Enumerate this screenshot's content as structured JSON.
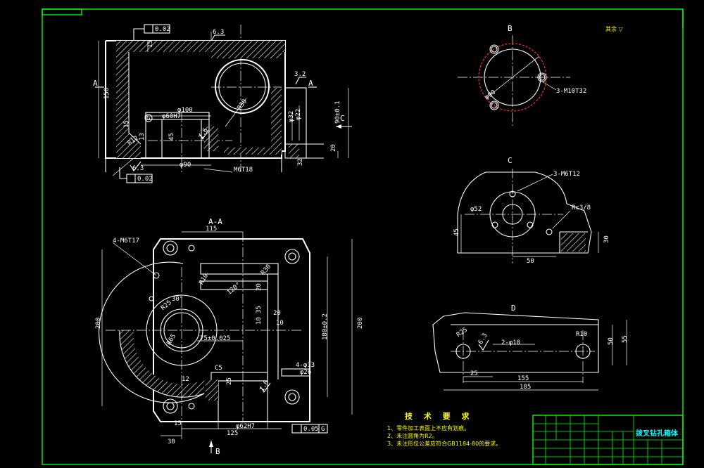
{
  "views": {
    "section_aa": "A-A",
    "view_b": "B",
    "view_c": "C",
    "view_d": "D",
    "arrow_a": "A",
    "arrow_c": "C",
    "arrow_b": "B"
  },
  "roughness_note": "其余 ▽",
  "top_view": {
    "tol_top": "0.02",
    "tol_bottom": "0.02",
    "rough_1": "6.3",
    "rough_2": "3.2",
    "rough_3": "6.3",
    "rough_4": "1.6",
    "d15": "15",
    "d150": "150",
    "d100": "φ100",
    "d60h7": "φ60H7",
    "d45": "45",
    "d13": "13",
    "d15b": "15",
    "d90": "φ90",
    "m6t18": "M6T18",
    "d32": "φ32",
    "d22": "φ22",
    "d90b": "90±0.1",
    "d20": "20",
    "d32b": "32",
    "r30": "R30",
    "r12": "R12",
    "label_g": "G"
  },
  "view_b_dims": {
    "phi90": "φ90",
    "holes": "3-M10T32"
  },
  "view_c_dims": {
    "holes": "3-M6T12",
    "rc": "Rc3/8",
    "phi52": "φ52",
    "d45": "45",
    "d50": "50",
    "d30": "30"
  },
  "view_d_dims": {
    "r25": "R25",
    "rough": "6.3",
    "holes": "2-φ10",
    "r10": "R10",
    "d50": "50",
    "d55": "55",
    "d25": "25",
    "d155": "155",
    "d185": "185"
  },
  "section_dims": {
    "holes": "4-M6T17",
    "d115": "115",
    "d200l": "200",
    "d200r": "200",
    "d180": "180±0.2",
    "r30": "R30",
    "r25": "R25",
    "r10": "R10",
    "a30": "30°",
    "a120": "120°",
    "d20a": "20",
    "d20b": "20",
    "d35": "35",
    "d10a": "10",
    "d10b": "10",
    "d75": "75±0.025",
    "r65": "R65",
    "c5": "C5",
    "holes4": "4-φ13",
    "phi26": "φ26",
    "d25": "25",
    "d12": "12",
    "rough": "1.6",
    "d15": "15",
    "d30": "30",
    "d125": "125",
    "phi62": "φ62H7",
    "tol": "0.05",
    "tol_ref": "G"
  },
  "tech_req": {
    "title": "技 术 要 求",
    "items": [
      "1、零件加工表面上不应有划痕。",
      "2、未注圆角为R2。",
      "3、未注形位公差应符合GB1184-80的要求。"
    ]
  },
  "title_block": {
    "part_name": "拨叉钻孔箱体"
  }
}
